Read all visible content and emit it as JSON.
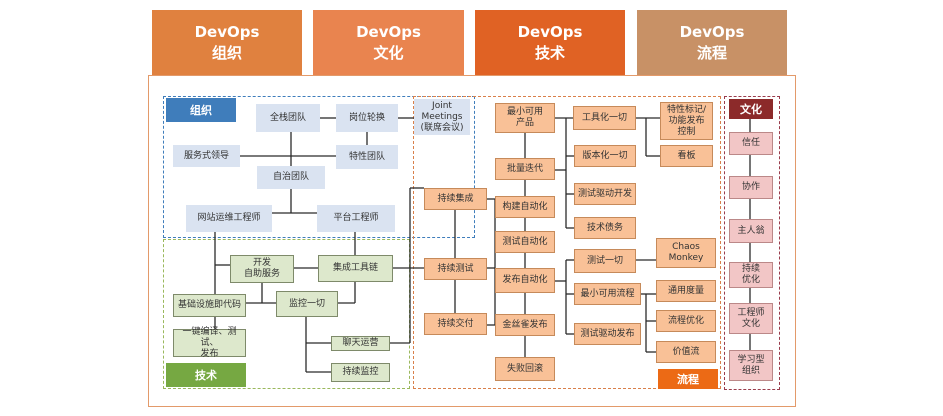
{
  "headers": [
    {
      "line1": "DevOps",
      "line2": "组织",
      "color": "#e0813f"
    },
    {
      "line1": "DevOps",
      "line2": "文化",
      "color": "#e9844f"
    },
    {
      "line1": "DevOps",
      "line2": "技术",
      "color": "#e06224"
    },
    {
      "line1": "DevOps",
      "line2": "流程",
      "color": "#c89166"
    }
  ],
  "region_labels": {
    "org": "组织",
    "tech": "技术",
    "process": "流程",
    "culture": "文化"
  },
  "org_nodes": {
    "fullstack": "全栈团队",
    "rotation": "岗位轮换",
    "joint": "Joint\nMeetings\n(联席会议)",
    "servant": "服务式领导",
    "feature_team": "特性团队",
    "autonomous": "自治团队",
    "sre": "网站运维工程师",
    "platform": "平台工程师"
  },
  "tech_nodes": {
    "selfservice": "开发\n自助服务",
    "toolchain": "集成工具链",
    "iac": "基础设施即代码",
    "monitor": "监控一切",
    "onekey": "一键编译、测试、\n发布",
    "chatops": "聊天运营",
    "continuous_monitor": "持续监控"
  },
  "process_nodes": {
    "mvp": "最小可用\n产品",
    "batch": "批量迭代",
    "build_auto": "构建自动化",
    "test_auto": "测试自动化",
    "release_auto": "发布自动化",
    "canary": "金丝雀发布",
    "rollback": "失败回滚",
    "ci": "持续集成",
    "ct": "持续测试",
    "cd": "持续交付",
    "tooling": "工具化一切",
    "versioning": "版本化一切",
    "tdd": "测试驱动开发",
    "techdebt": "技术债务",
    "test_all": "测试一切",
    "min_flow": "最小可用流程",
    "tdr": "测试驱动发布",
    "feature_flag": "特性标记/\n功能发布\n控制",
    "kanban": "看板",
    "chaos": "Chaos\nMonkey",
    "metrics": "通用度量",
    "flow_opt": "流程优化",
    "value_stream": "价值流"
  },
  "culture_nodes": {
    "trust": "信任",
    "collab": "协作",
    "ownership": "主人翁",
    "continuous_opt": "持续\n优化",
    "eng_culture": "工程师\n文化",
    "learning_org": "学习型\n组织"
  },
  "colors": {
    "org_blue": "#3f7dbb",
    "tech_green": "#76a842",
    "process_orange": "#ec6a15",
    "culture_red": "#8c2a2a"
  }
}
